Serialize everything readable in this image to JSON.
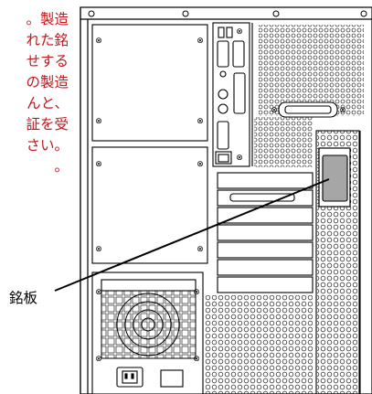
{
  "note": {
    "lines": [
      "。製造",
      "れた銘",
      "せする",
      "の製造",
      "んと、",
      "証を受",
      "さい。",
      "。"
    ],
    "color": "#c4161c"
  },
  "label": {
    "text": "銘板"
  },
  "colors": {
    "line": "#000000",
    "panel_fill": "#ffffff",
    "nameplate_fill": "#a6a6a6",
    "background": "#ffffff"
  },
  "icons": [
    "screw-icon",
    "power-inlet-icon",
    "fan-grille-icon",
    "lan-port-icon",
    "serial-port-icon",
    "parallel-port-icon",
    "scsi-connector-icon",
    "audio-jack-icon",
    "vent-holes-icon"
  ]
}
